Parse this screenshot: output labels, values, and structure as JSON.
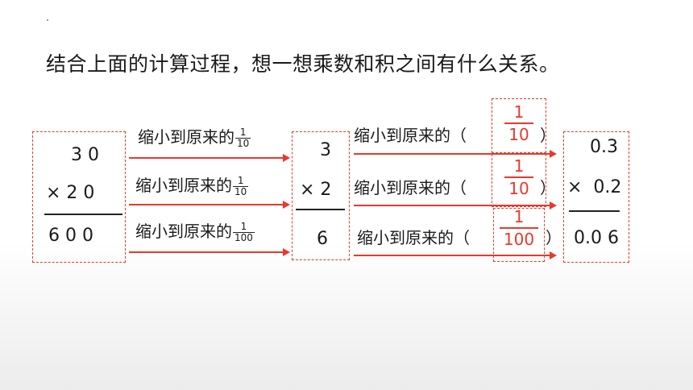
{
  "title": "结合上面的计算过程，想一想乘数和积之间有什么关系。",
  "calc1": {
    "a": "3 0",
    "b": "× 2 0",
    "product": "6 0 0"
  },
  "calc2": {
    "a": "3",
    "b": "× 2",
    "product": "6"
  },
  "calc3": {
    "a": "0.3",
    "b": "×  0.2",
    "product": "0.0 6"
  },
  "left_labels": [
    {
      "text": "缩小到原来的",
      "num": "1",
      "den": "10"
    },
    {
      "text": "缩小到原来的",
      "num": "1",
      "den": "10"
    },
    {
      "text": "缩小到原来的",
      "num": "1",
      "den": "100"
    }
  ],
  "right_labels": [
    {
      "text": "缩小到原来的（",
      "close": "）",
      "num": "1",
      "den": "10"
    },
    {
      "text": "缩小到原来的（",
      "close": "）",
      "num": "1",
      "den": "10"
    },
    {
      "text": "缩小到原来的（",
      "close": "）",
      "num": "1",
      "den": "100"
    }
  ],
  "colors": {
    "accent": "#e8392c"
  }
}
